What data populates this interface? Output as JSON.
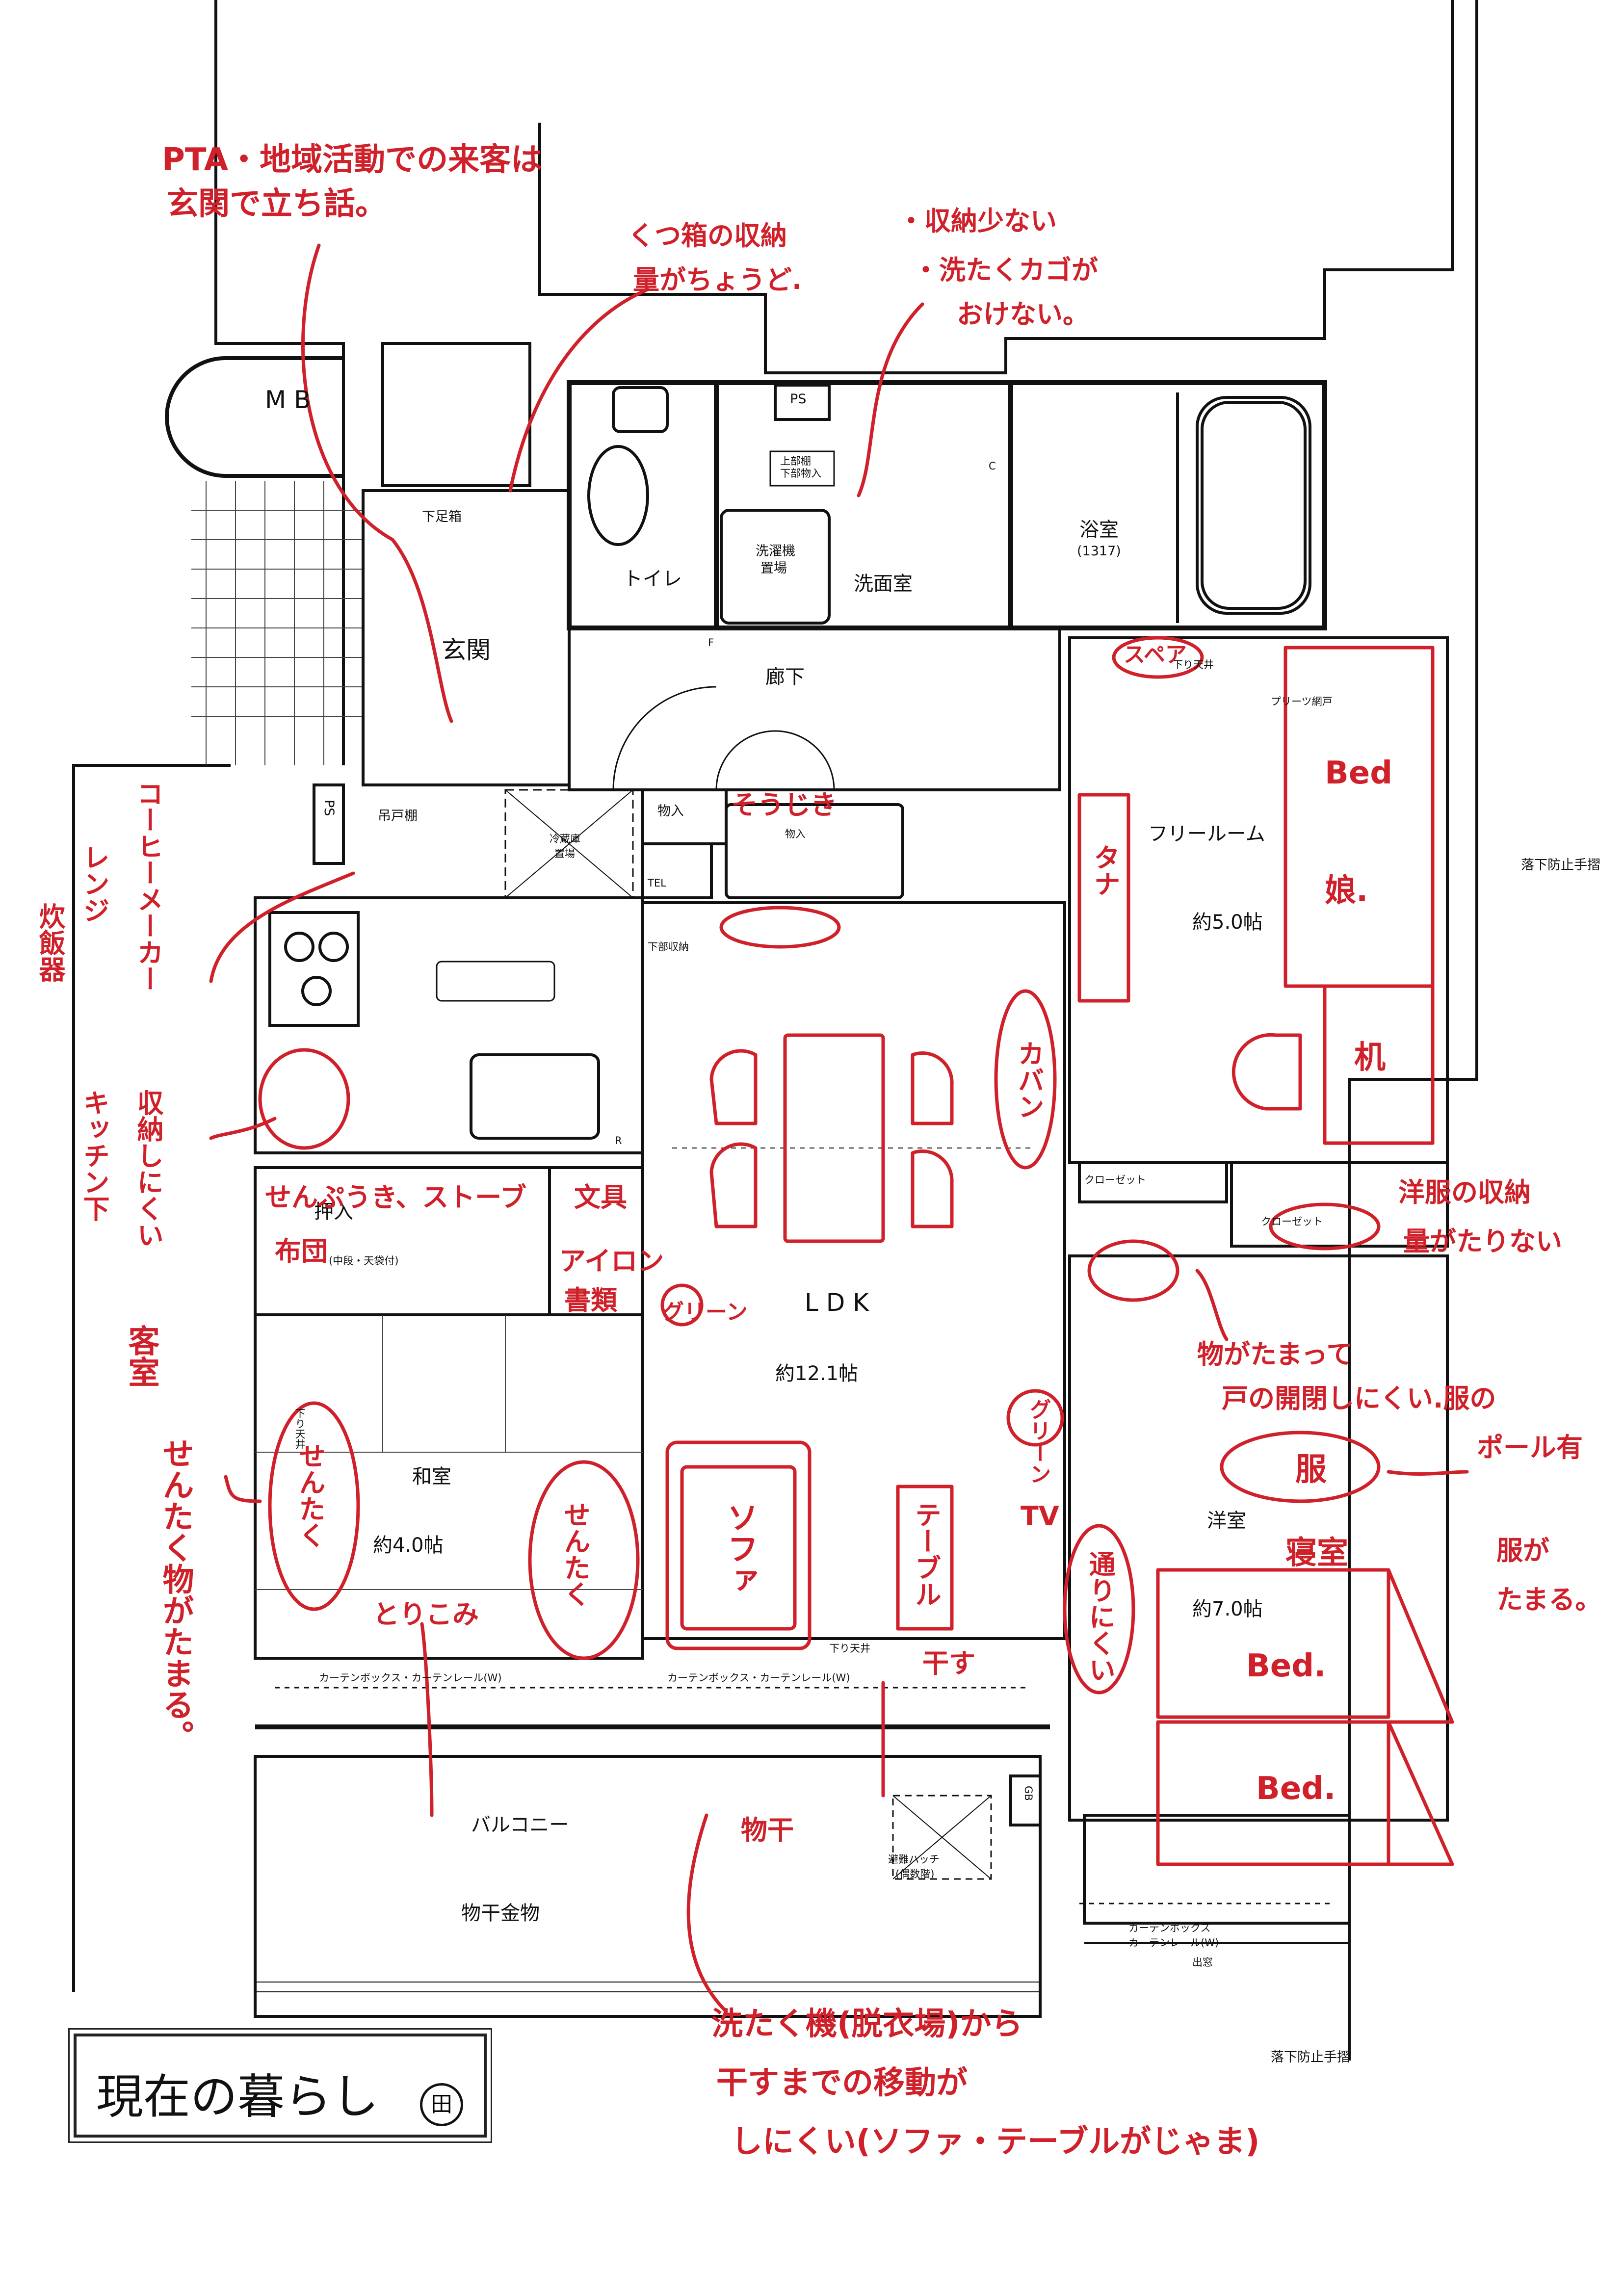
{
  "rooms": {
    "mb": "M B",
    "shoe_box": "下足箱",
    "entrance": "玄関",
    "toilet": "トイレ",
    "ps1": "PS",
    "upper_shelf": "上部棚",
    "lower_storage": "下部物入",
    "c_mark": "C",
    "washer_place": "洗濯機",
    "washer_place2": "置場",
    "washroom": "洗面室",
    "bathroom": "浴室",
    "bath_size": "(1317)",
    "corridor": "廊下",
    "ps2": "PS",
    "hanging_shelf": "吊戸棚",
    "fridge": "冷蔵庫",
    "fridge2": "置場",
    "storage1": "物入",
    "storage2": "物入",
    "tel": "TEL",
    "lower_storage2": "下部収納",
    "free_room": "フリールーム",
    "free_room_size": "約5.0帖",
    "ceiling_drop": "下り天井",
    "pleats_screen": "プリーツ網戸",
    "fall_guard1": "落下防止手摺",
    "closet1": "クローゼット",
    "closet2": "クローゼット",
    "oshiire": "押入",
    "oshiire_detail": "(中段・天袋付)",
    "ldk": "L D K",
    "ldk_size": "約12.1帖",
    "washitsu": "和室",
    "washitsu_size": "約4.0帖",
    "yoshitsu": "洋室",
    "yoshitsu_size": "約7.0帖",
    "curtain1": "カーテンボックス・カーテンレール(W)",
    "curtain2": "カーテンボックス・カーテンレール(W)",
    "ceiling_drop2": "下り天井",
    "ceiling_drop3": "下り天井",
    "balcony": "バルコニー",
    "evac_hatch": "避難ハッチ",
    "evac_hatch2": "(偶数階)",
    "laundry_pole": "物干金物",
    "curtain3": "カーテンボックス",
    "curtain3b": "カーテンレール(W)",
    "bay": "出窓",
    "fall_guard2": "落下防止手摺",
    "gb": "GB",
    "r_mark": "R",
    "f_mark": "F"
  },
  "annotations": {
    "pta_1": "PTA・地域活動での来客は",
    "pta_2": "玄関で立ち話。",
    "shoebox_1": "くつ箱の収納",
    "shoebox_2": "量がちょうど.",
    "washroom_1": "・収納少ない",
    "washroom_2": "・洗たくカゴが",
    "washroom_3": "おけない。",
    "cooker": "炊飯器",
    "range": "レンジ",
    "coffee": "コーヒーメーカー",
    "kitchen_storage": "収納しにくい",
    "kitchen_under": "キッチン下",
    "oshiire_1": "せんぷうき、ストーブ",
    "oshiire_2": "布団",
    "stationery_1": "文具",
    "stationery_2": "アイロン",
    "stationery_3": "書類",
    "green": "グリーン",
    "guest_room": "客室",
    "laundry_accum": "せんたく物がたまる。",
    "senta_1": "せんたく",
    "senta_2": "せんたく",
    "toriko": "とりこみ",
    "souji": "そうじき",
    "sofa": "ソファ",
    "table": "テーブル",
    "tv": "TV",
    "bag": "カバン",
    "green2": "グリーン",
    "hosu": "干す",
    "monohoshi": "物干",
    "tana": "タナ",
    "bed1": "Bed",
    "girl": "娘.",
    "desk": "机",
    "spare": "スペア",
    "clothes_closet_1": "洋服の収納",
    "clothes_closet_2": "量がたりない",
    "door_1": "物がたまって",
    "door_2": "戸の開閉しにくい.服の",
    "door_3": "ポール有",
    "clothes": "服",
    "bedroom": "寝室",
    "clothes_acc_1": "服が",
    "clothes_acc_2": "たまる。",
    "narrow": "通りにくい",
    "bed2": "Bed.",
    "bed3": "Bed.",
    "bottom_1": "洗たく機(脱衣場)から",
    "bottom_2": "干すまでの移動が",
    "bottom_3": "しにくい(ソファ・テーブルがじゃま)"
  },
  "title": {
    "text": "現在の暮らし",
    "mark": "田"
  },
  "colors": {
    "ink": "#111111",
    "annotation": "#d0202a"
  }
}
